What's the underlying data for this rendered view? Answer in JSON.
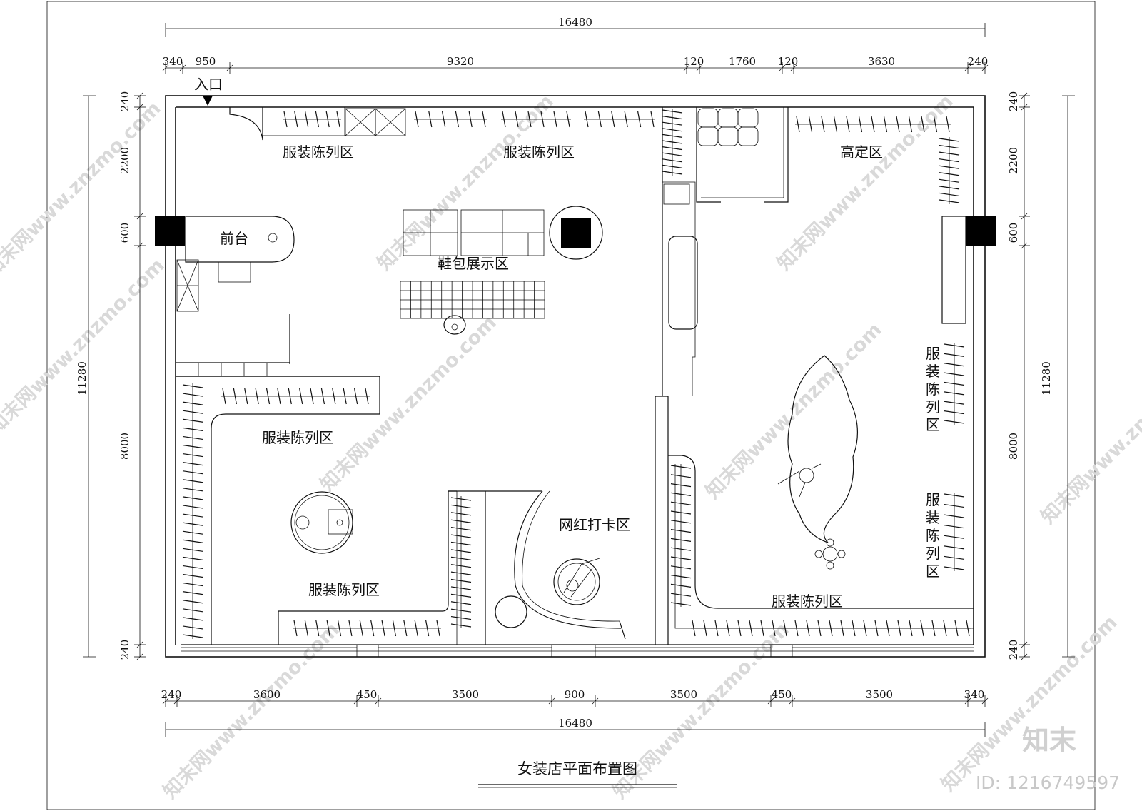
{
  "title": "女装店平面布置图",
  "entrance_label": "入口",
  "zones": {
    "clothing": "服装陈列区",
    "couture": "高定区",
    "shoes_bags": "鞋包展示区",
    "reception": "前台",
    "photo_spot": "网红打卡区"
  },
  "dimensions": {
    "overall_width": "16480",
    "overall_height": "11280",
    "top_segments": [
      "340",
      "950",
      "9320",
      "120",
      "1760",
      "120",
      "3630",
      "240"
    ],
    "bottom_segments": [
      "240",
      "3600",
      "450",
      "3500",
      "900",
      "3500",
      "450",
      "3500",
      "340"
    ],
    "left_segments": [
      "240",
      "2200",
      "600",
      "8000",
      "240"
    ],
    "right_segments": [
      "240",
      "2200",
      "600",
      "8000",
      "240"
    ]
  },
  "watermark": {
    "site_text": "知末网www.znzmo.com",
    "brand": "知末",
    "id_text": "ID: 1216749597"
  }
}
